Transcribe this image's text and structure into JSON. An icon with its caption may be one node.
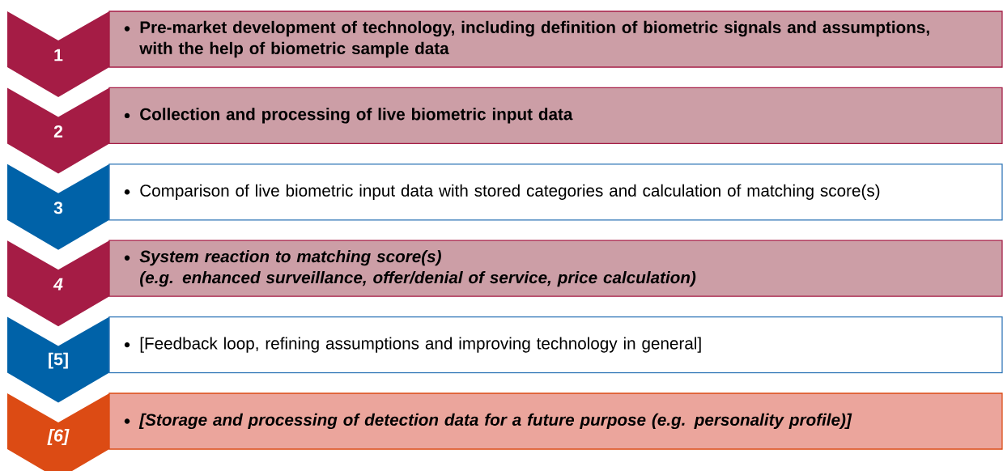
{
  "diagram": {
    "nodes": [
      {
        "text": [
          "1"
        ]
      },
      {
        "text": [
          "Pre-market development of technology, including definition of biometric signals and assumptions, with the help of biometric sample data"
        ]
      },
      {
        "text": [
          "2"
        ]
      },
      {
        "text": [
          "Collection and processing of live biometric input data"
        ]
      },
      {
        "text": [
          "3"
        ]
      },
      {
        "text": [
          "Comparison of live biometric input data with stored categories and calculation of matching score(s)"
        ]
      },
      {
        "text": [
          "4"
        ]
      },
      {
        "text": [
          "System reaction to matching score(s)",
          "(e.g. enhanced surveillance, offer/denial of service, price calculation)"
        ]
      },
      {
        "text": [
          "[5]"
        ]
      },
      {
        "text": [
          "[Feedback loop, refining assumptions and improving technology in general]"
        ]
      },
      {
        "text": [
          "[6]"
        ]
      },
      {
        "text": [
          "[Storage and processing of detection data for a future purpose (e.g. personality profile)]"
        ]
      }
    ]
  }
}
